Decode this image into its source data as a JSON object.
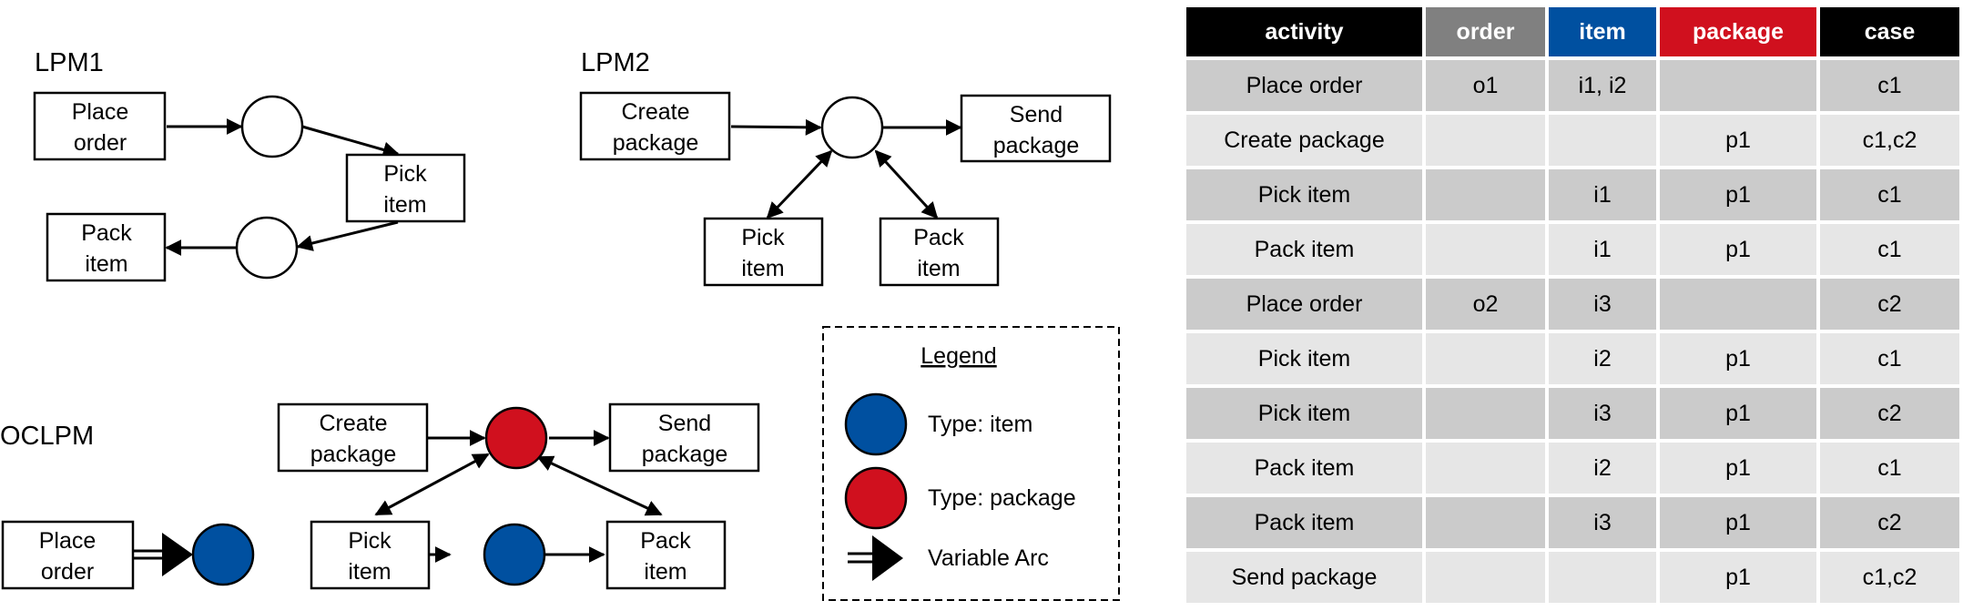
{
  "lpm1": {
    "title": "LPM1",
    "place_order": [
      "Place",
      "order"
    ],
    "pick_item": [
      "Pick",
      "item"
    ],
    "pack_item": [
      "Pack",
      "item"
    ]
  },
  "lpm2": {
    "title": "LPM2",
    "create_package": [
      "Create",
      "package"
    ],
    "send_package": [
      "Send",
      "package"
    ],
    "pick_item": [
      "Pick",
      "item"
    ],
    "pack_item": [
      "Pack",
      "item"
    ]
  },
  "oclpm": {
    "title": "OCLPM",
    "create_package": [
      "Create",
      "package"
    ],
    "send_package": [
      "Send",
      "package"
    ],
    "place_order": [
      "Place",
      "order"
    ],
    "pick_item": [
      "Pick",
      "item"
    ],
    "pack_item": [
      "Pack",
      "item"
    ]
  },
  "legend": {
    "title": "Legend",
    "item_type": "Type: item",
    "package_type": "Type: package",
    "variable_arc": "Variable Arc"
  },
  "colors": {
    "item": "#0050a0",
    "package": "#d0101e",
    "order_header": "#808080",
    "activity_header": "#000000",
    "case_header": "#000000"
  },
  "table": {
    "headers": [
      "activity",
      "order",
      "item",
      "package",
      "case"
    ],
    "rows": [
      [
        "Place order",
        "o1",
        "i1, i2",
        "",
        "c1"
      ],
      [
        "Create package",
        "",
        "",
        "p1",
        "c1,c2"
      ],
      [
        "Pick item",
        "",
        "i1",
        "p1",
        "c1"
      ],
      [
        "Pack item",
        "",
        "i1",
        "p1",
        "c1"
      ],
      [
        "Place order",
        "o2",
        "i3",
        "",
        "c2"
      ],
      [
        "Pick item",
        "",
        "i2",
        "p1",
        "c1"
      ],
      [
        "Pick item",
        "",
        "i3",
        "p1",
        "c2"
      ],
      [
        "Pack item",
        "",
        "i2",
        "p1",
        "c1"
      ],
      [
        "Pack item",
        "",
        "i3",
        "p1",
        "c2"
      ],
      [
        "Send package",
        "",
        "",
        "p1",
        "c1,c2"
      ]
    ]
  }
}
